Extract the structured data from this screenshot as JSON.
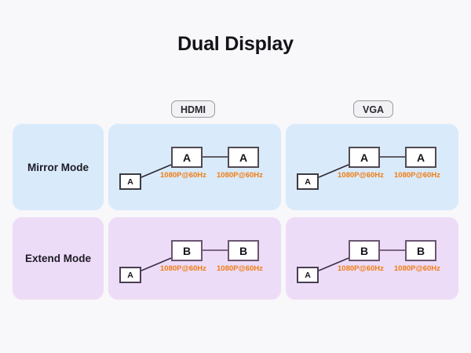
{
  "page": {
    "title": "Dual Display",
    "background_color": "#f8f7f9"
  },
  "columns": [
    {
      "id": "hdmi",
      "label": "HDMI"
    },
    {
      "id": "vga",
      "label": "VGA"
    }
  ],
  "rows": [
    {
      "id": "mirror",
      "label": "Mirror Mode",
      "card_color": "#d9eafb",
      "source_box": "A",
      "displays": [
        {
          "screen": "A",
          "resolution": "1080P@60Hz"
        },
        {
          "screen": "A",
          "resolution": "1080P@60Hz"
        }
      ]
    },
    {
      "id": "extend",
      "label": "Extend Mode",
      "card_color": "#eddcf8",
      "source_box": "A",
      "displays": [
        {
          "screen": "B",
          "resolution": "1080P@60Hz"
        },
        {
          "screen": "B",
          "resolution": "1080P@60Hz"
        }
      ]
    }
  ],
  "colors": {
    "resolution_text": "#f07c10",
    "monitor_border_mirror": "#514a52",
    "monitor_border_extend": "#6b5570",
    "title_text": "#15131a",
    "badge_border": "#9a9aa2",
    "badge_background": "#f2f1f4"
  },
  "matrix": {
    "mirror": {
      "hdmi": {
        "source": "A",
        "display_1": "A",
        "display_2": "A",
        "res_1": "1080P@60Hz",
        "res_2": "1080P@60Hz"
      },
      "vga": {
        "source": "A",
        "display_1": "A",
        "display_2": "A",
        "res_1": "1080P@60Hz",
        "res_2": "1080P@60Hz"
      }
    },
    "extend": {
      "hdmi": {
        "source": "A",
        "display_1": "B",
        "display_2": "B",
        "res_1": "1080P@60Hz",
        "res_2": "1080P@60Hz"
      },
      "vga": {
        "source": "A",
        "display_1": "B",
        "display_2": "B",
        "res_1": "1080P@60Hz",
        "res_2": "1080P@60Hz"
      }
    }
  }
}
